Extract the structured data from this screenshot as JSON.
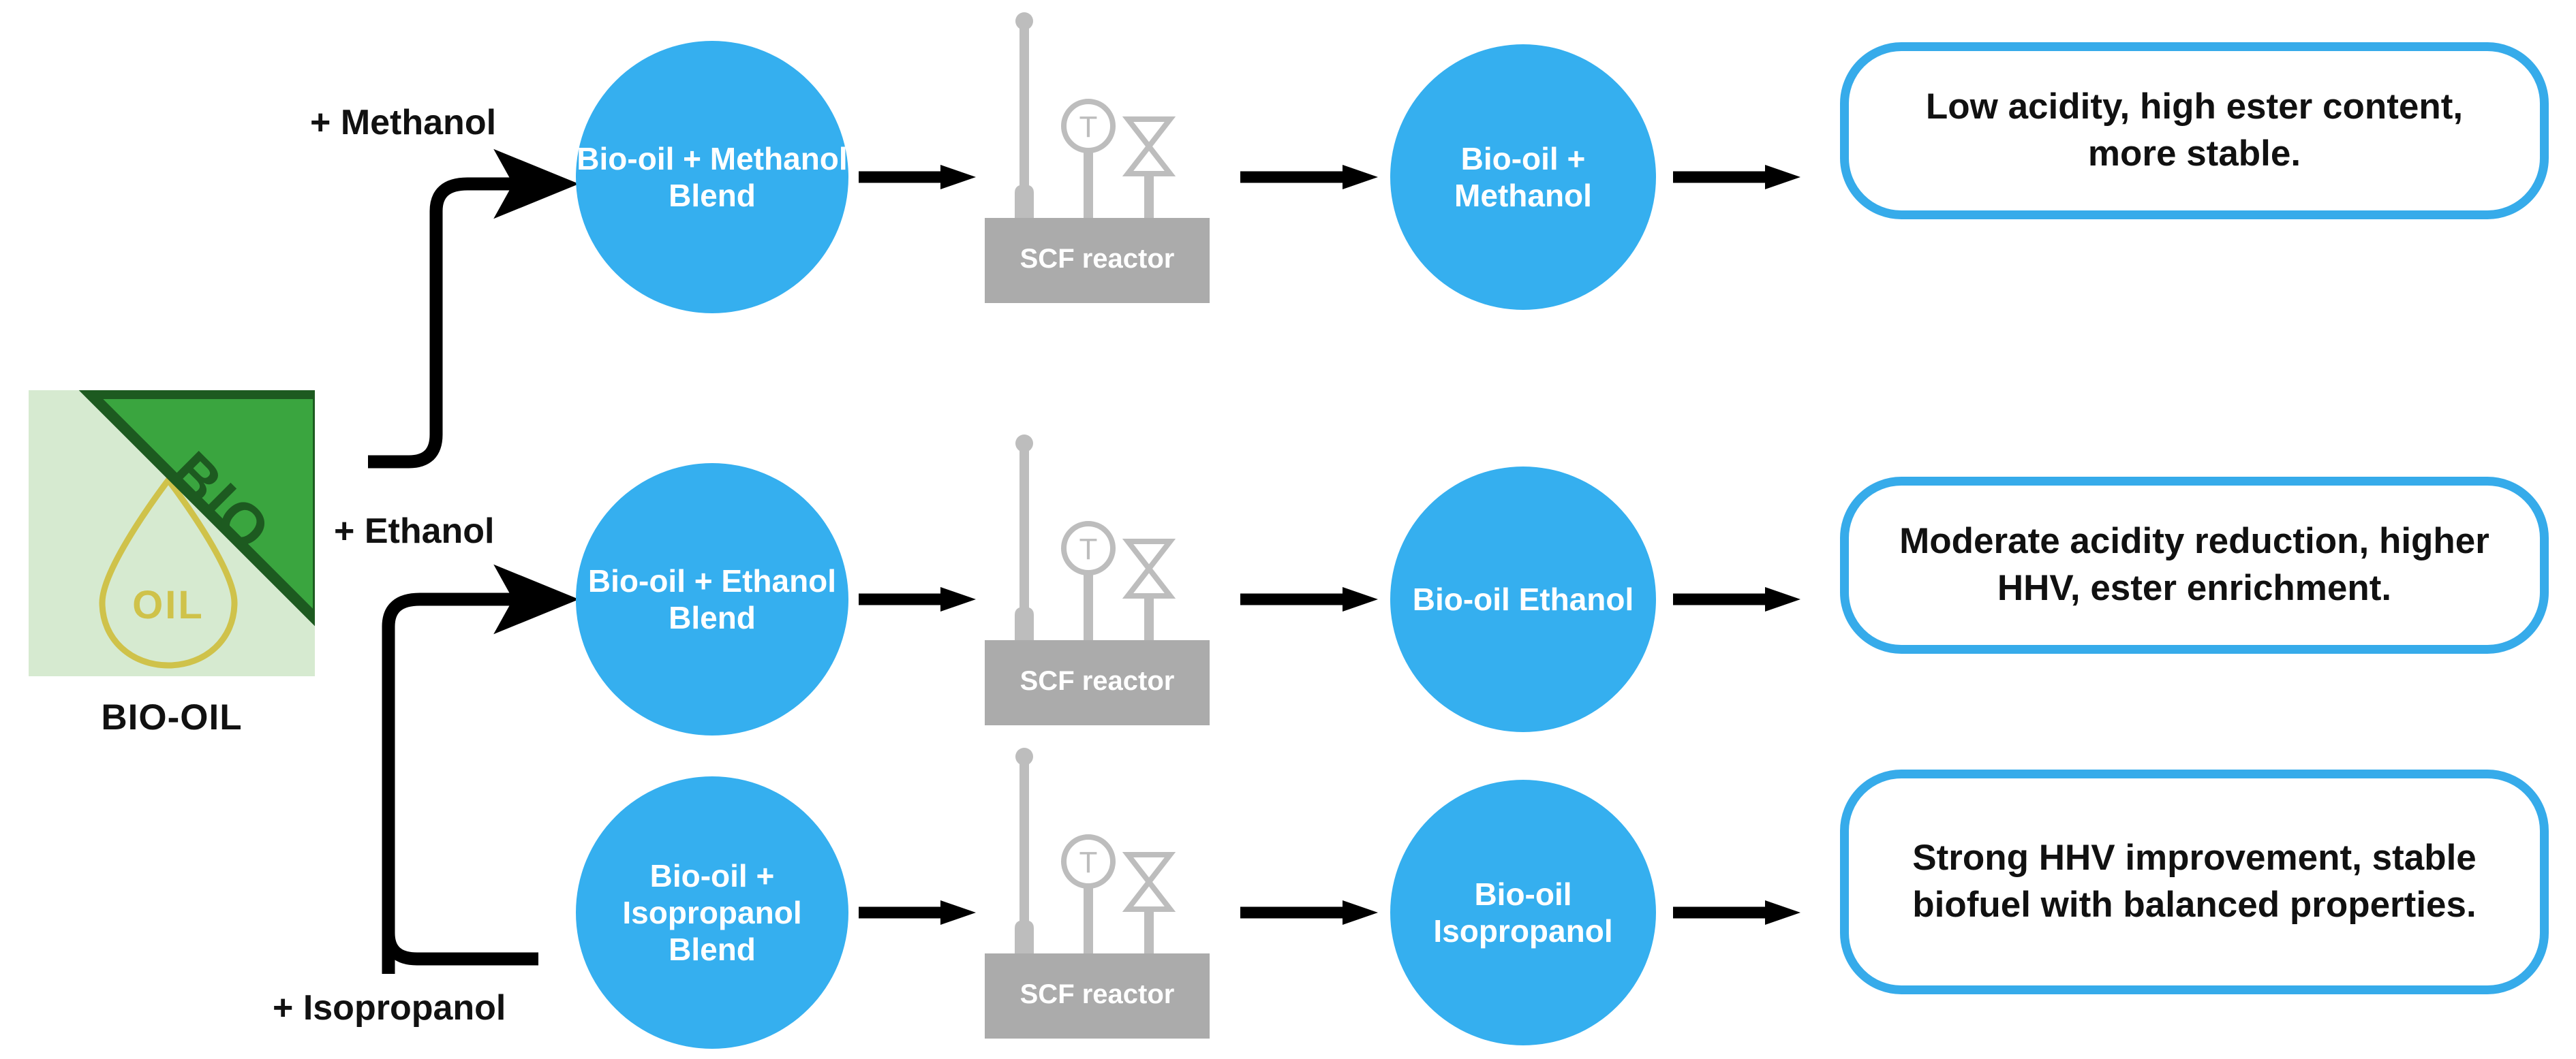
{
  "source": {
    "icon_name": "bio-oil-icon",
    "banner_text": "BIO",
    "droplet_text": "OIL",
    "caption": "BIO-OIL"
  },
  "colors": {
    "circle_blue": "#35afef",
    "pill_border_blue": "#36abea",
    "reactor_gray": "#ababab",
    "icon_bg_green": "#d6ead0",
    "banner_green": "#3aa53f",
    "banner_outline_green": "#1d5a20",
    "droplet_yellow": "#cfc24a",
    "arrow_black": "#000000"
  },
  "rows": [
    {
      "id": "methanol",
      "reagent_label": "+ Methanol",
      "blend_label": "Bio-oil + Methanol Blend",
      "reactor_label": "SCF reactor",
      "product_label": "Bio-oil + Methanol",
      "outcome": "Low acidity, high ester content, more stable."
    },
    {
      "id": "ethanol",
      "reagent_label": "+ Ethanol",
      "blend_label": "Bio-oil + Ethanol Blend",
      "reactor_label": "SCF reactor",
      "product_label": "Bio-oil Ethanol",
      "outcome": "Moderate acidity reduction, higher HHV, ester enrichment."
    },
    {
      "id": "isopropanol",
      "reagent_label": "+ Isopropanol",
      "blend_label": "Bio-oil + Isopropanol Blend",
      "reactor_label": "SCF reactor",
      "product_label": "Bio-oil Isopropanol",
      "outcome": "Strong HHV improvement, stable biofuel with balanced properties."
    }
  ],
  "reactor_icon": {
    "stirrer_name": "stirrer-shaft-icon",
    "thermometer_text": "T",
    "valve_name": "valve-icon"
  }
}
